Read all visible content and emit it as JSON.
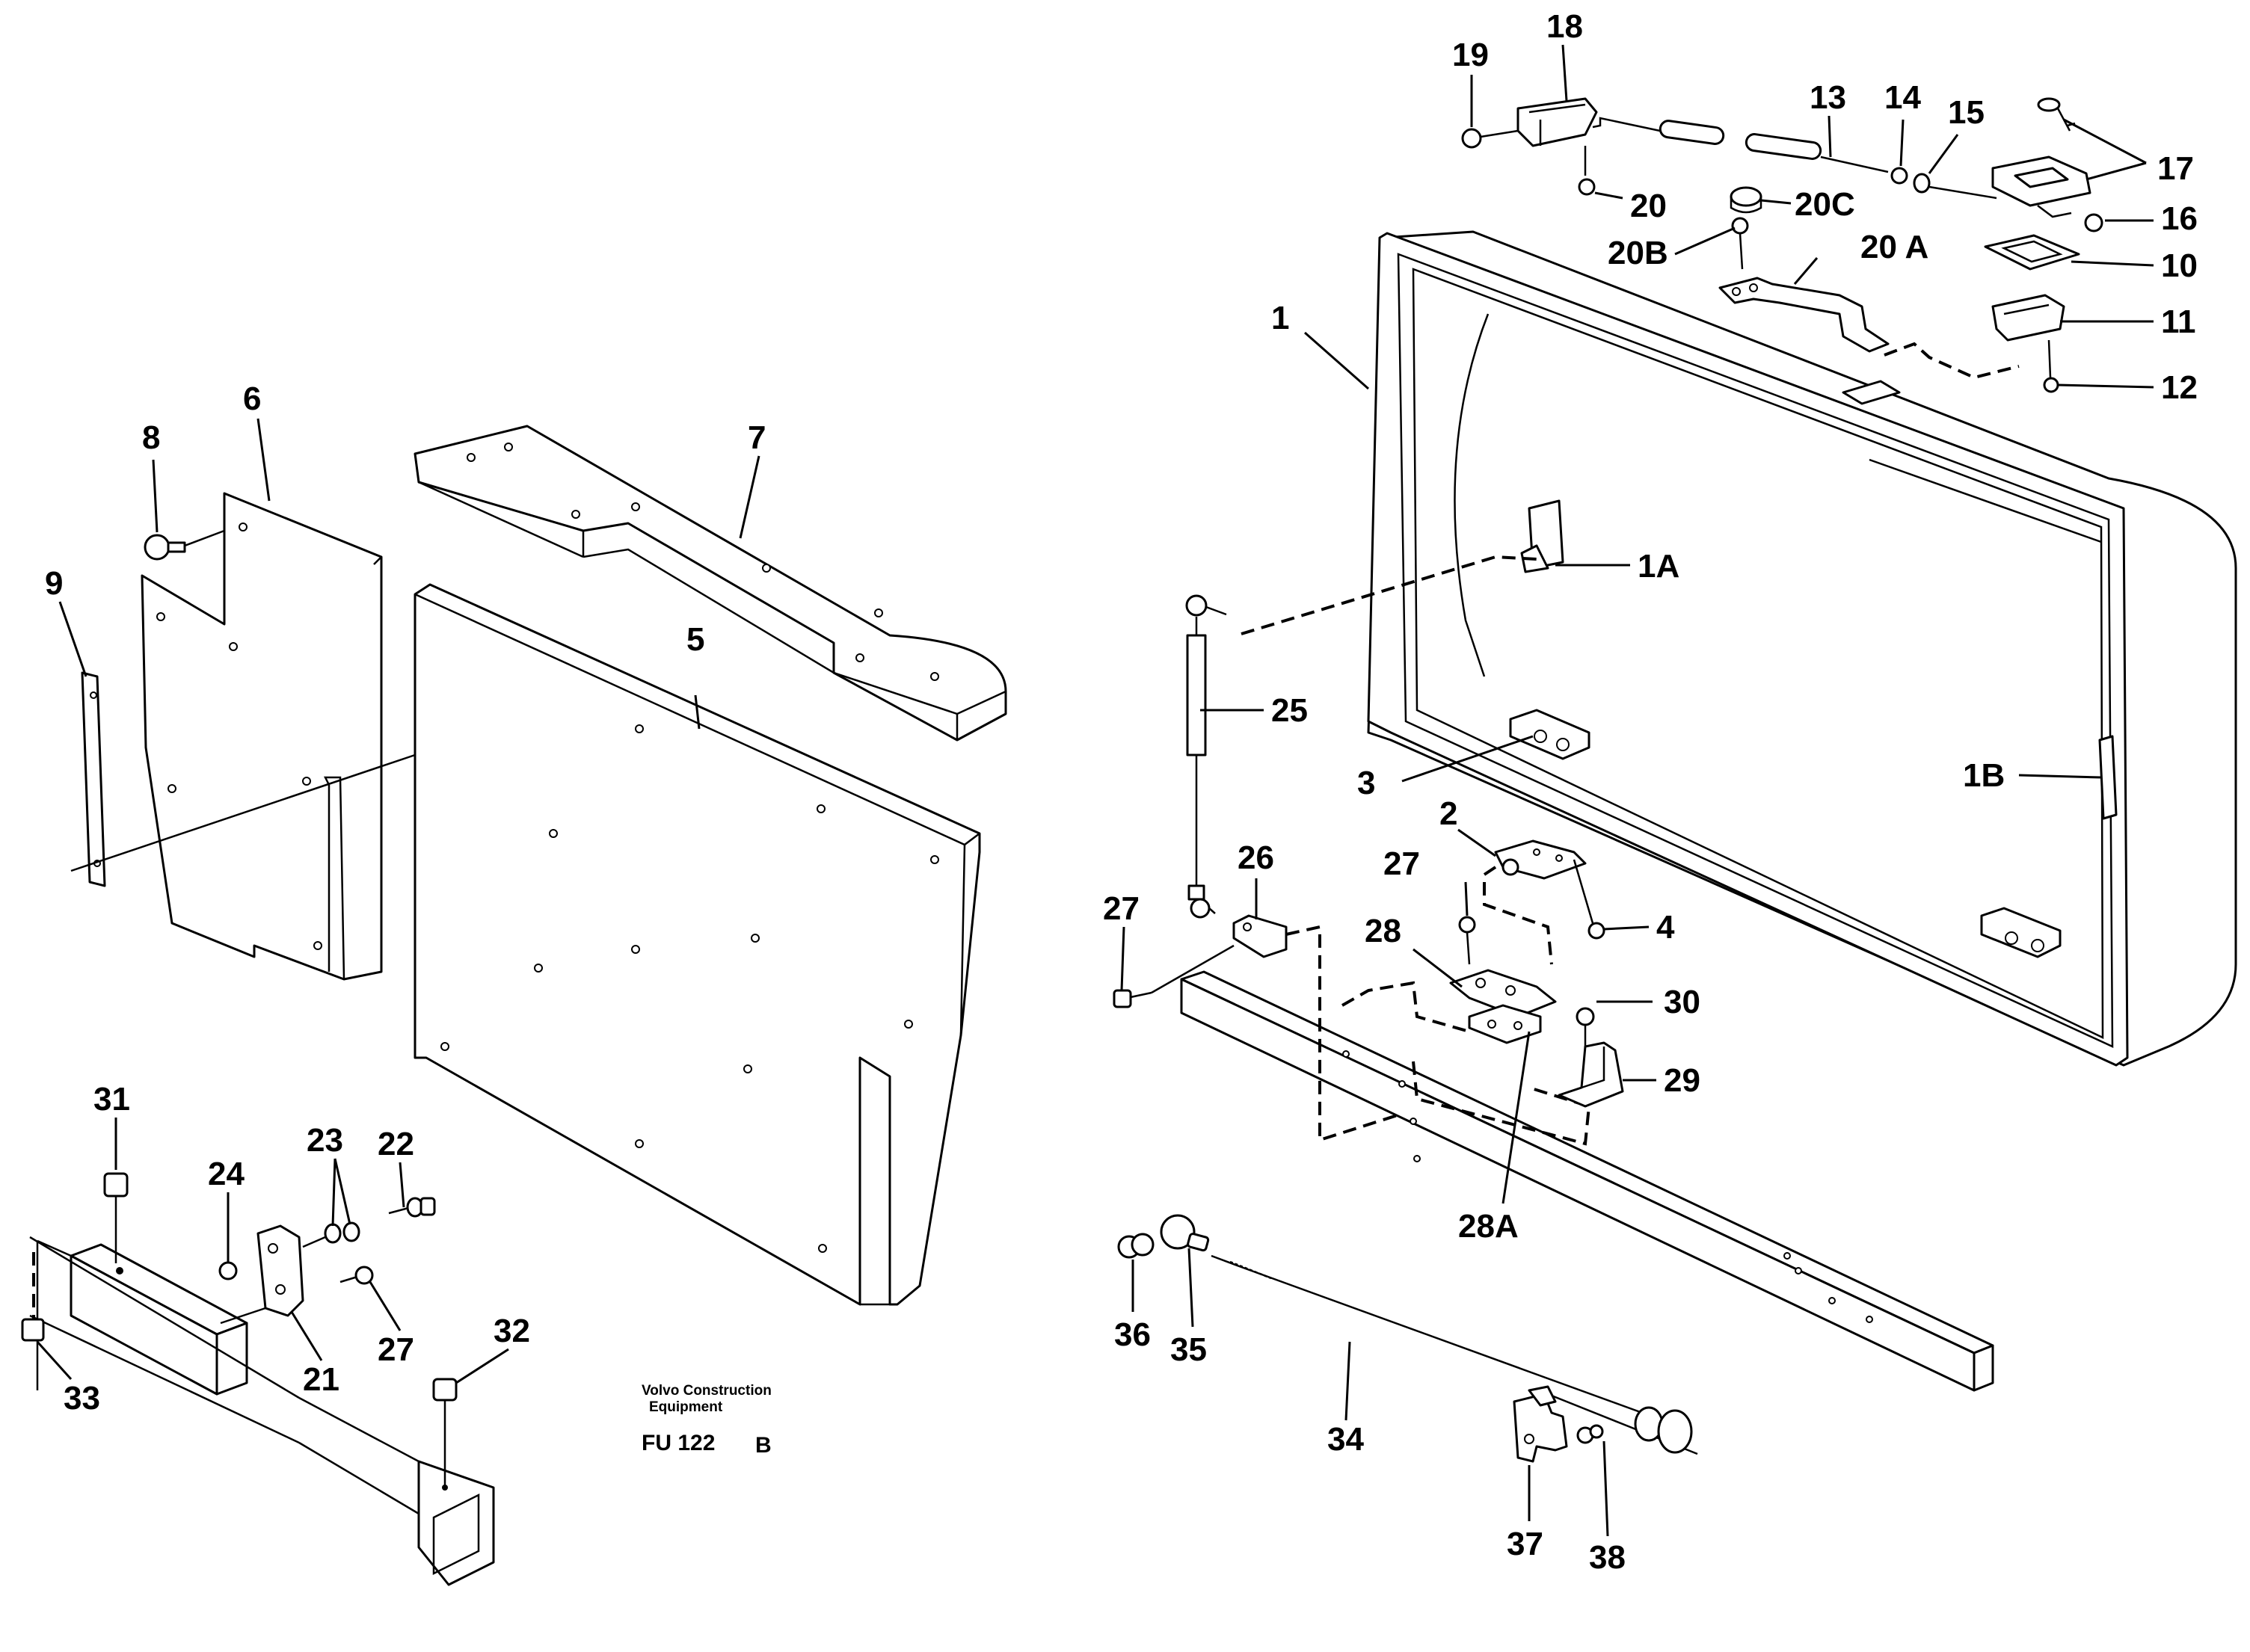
{
  "figure": {
    "manufacturer": "Volvo Construction Equipment",
    "manufacturer_line1": "Volvo Construction",
    "manufacturer_line2": "Equipment",
    "figure_code": "FU 122",
    "figure_suffix": "B"
  },
  "labels": {
    "l1": "1",
    "l1A": "1A",
    "l1B": "1B",
    "l2": "2",
    "l3": "3",
    "l4": "4",
    "l5": "5",
    "l6": "6",
    "l7": "7",
    "l8": "8",
    "l9": "9",
    "l10": "10",
    "l11": "11",
    "l12": "12",
    "l13": "13",
    "l14": "14",
    "l15": "15",
    "l16": "16",
    "l17": "17",
    "l18": "18",
    "l19": "19",
    "l20": "20",
    "l20A": "20 A",
    "l20B": "20B",
    "l20C": "20C",
    "l21": "21",
    "l22": "22",
    "l23": "23",
    "l24": "24",
    "l25": "25",
    "l26": "26",
    "l27a": "27",
    "l27b": "27",
    "l27c": "27",
    "l28": "28",
    "l28A": "28A",
    "l29": "29",
    "l30": "30",
    "l31": "31",
    "l32": "32",
    "l33": "33",
    "l34": "34",
    "l35": "35",
    "l36": "36",
    "l37": "37",
    "l38": "38"
  }
}
